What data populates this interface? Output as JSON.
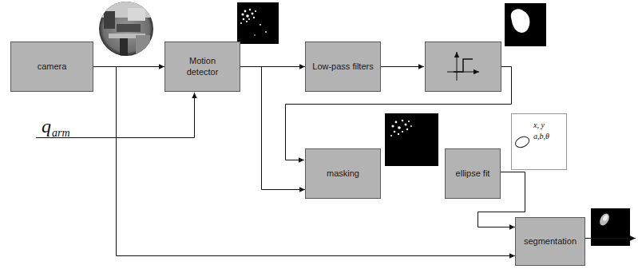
{
  "diagram": {
    "nodes": [
      {
        "text": [
          "camera"
        ]
      },
      {
        "text": [
          "Motion detector"
        ]
      },
      {
        "text": [
          "Low-pass filters"
        ]
      },
      {
        "text": [
          "masking"
        ]
      },
      {
        "text": [
          "ellipse fit"
        ]
      },
      {
        "text": [
          "segmentation"
        ]
      }
    ],
    "edges": [
      {
        "from": 0,
        "to": 1,
        "arrow": "to"
      },
      {
        "from": 1,
        "to": 2,
        "arrow": "to"
      },
      {
        "from": 1,
        "to": 3,
        "arrow": "to"
      },
      {
        "from": 4,
        "to": 5,
        "arrow": "to"
      },
      {
        "from": 0,
        "to": 5,
        "arrow": "to"
      }
    ],
    "labels": [
      "q",
      "arm",
      "x, y",
      "a,b,θ"
    ]
  }
}
